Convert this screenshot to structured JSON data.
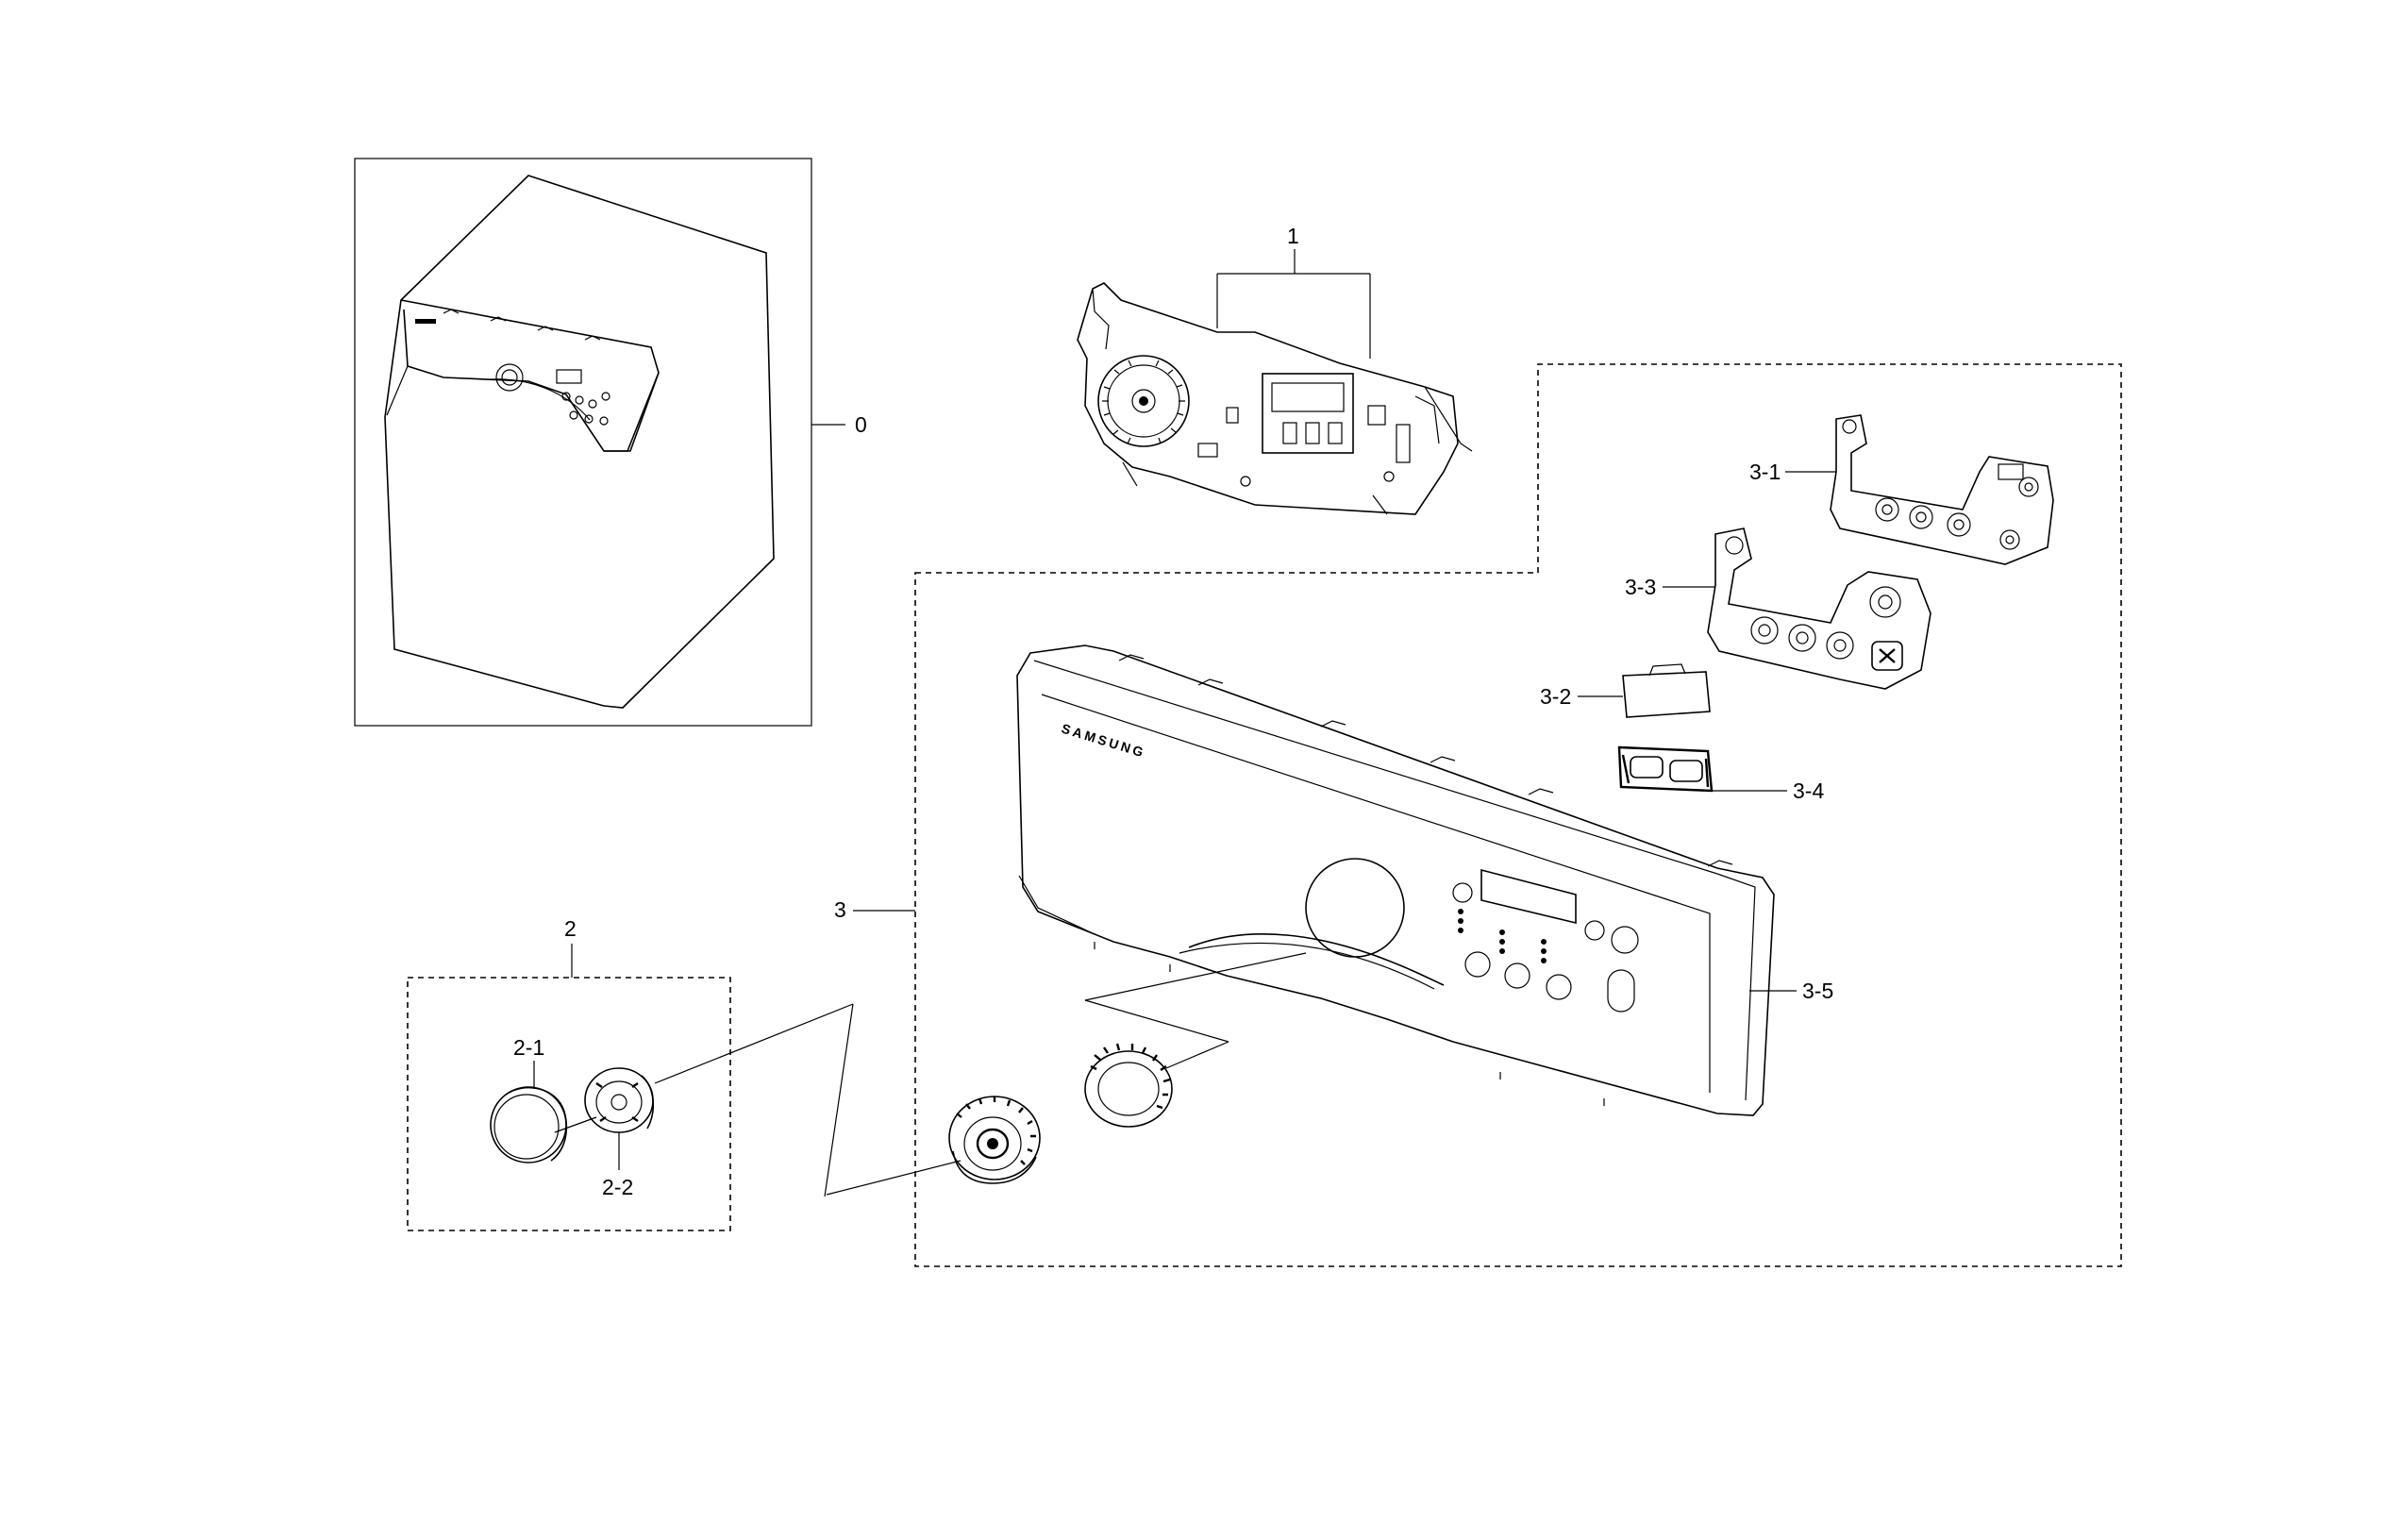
{
  "diagram": {
    "brand_logo": "SAMSUNG",
    "callouts": {
      "c0": "0",
      "c1": "1",
      "c2": "2",
      "c2_1": "2-1",
      "c2_2": "2-2",
      "c3": "3",
      "c3_1": "3-1",
      "c3_2": "3-2",
      "c3_3": "3-3",
      "c3_4": "3-4",
      "c3_5": "3-5"
    }
  }
}
